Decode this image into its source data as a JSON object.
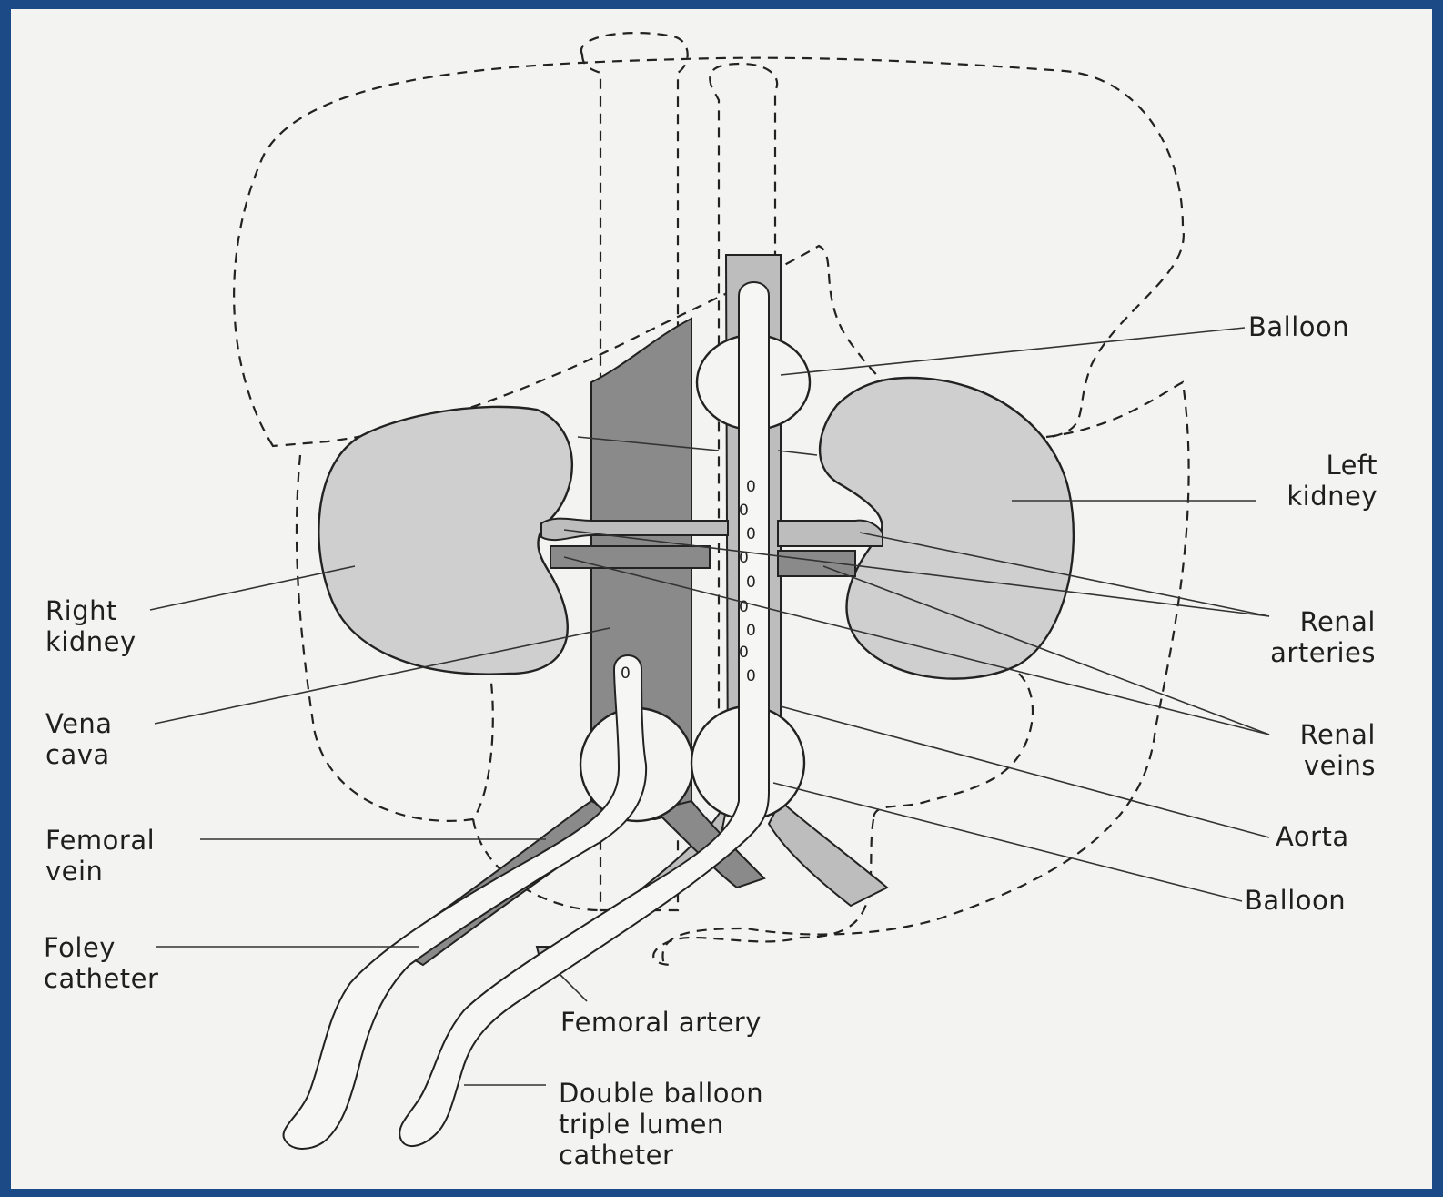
{
  "labels": {
    "balloon_top": "Balloon",
    "left_kidney": "Left\nkidney",
    "right_kidney": "Right\nkidney",
    "renal_arteries": "Renal\narteries",
    "vena_cava": "Vena\ncava",
    "renal_veins": "Renal\nveins",
    "aorta": "Aorta",
    "femoral_vein": "Femoral\nvein",
    "balloon_bottom": "Balloon",
    "foley_catheter": "Foley\ncatheter",
    "femoral_artery": "Femoral artery",
    "double_balloon": "Double balloon\ntriple lumen\ncatheter"
  },
  "colors": {
    "frame_border": "#1c4a86",
    "background": "#f3f3f1",
    "kidney_fill": "#cfcfcf",
    "vena_cava_fill": "#8a8a8a",
    "aorta_fill": "#bdbdbd"
  }
}
